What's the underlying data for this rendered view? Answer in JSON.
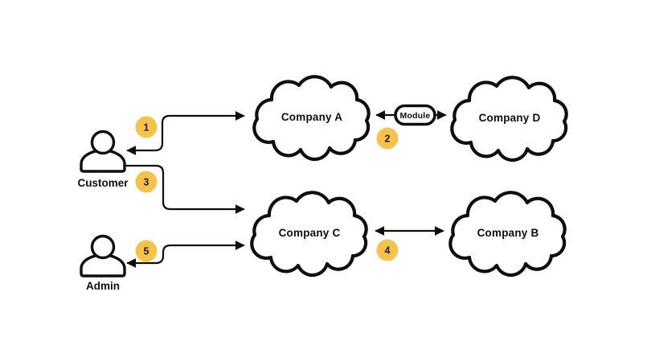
{
  "colors": {
    "background": "#ffffff",
    "line": "#0e0e0e",
    "node_fill": "#ffffff",
    "badge_fill": "#f5c24c",
    "badge_text": "#1f1f1f"
  },
  "nodes": {
    "company_a": {
      "label": "Company A",
      "shape": "cloud"
    },
    "company_b": {
      "label": "Company B",
      "shape": "cloud"
    },
    "company_c": {
      "label": "Company C",
      "shape": "cloud"
    },
    "company_d": {
      "label": "Company D",
      "shape": "cloud"
    }
  },
  "actors": {
    "customer": {
      "label": "Customer",
      "icon": "person-icon"
    },
    "admin": {
      "label": "Admin",
      "icon": "person-icon"
    }
  },
  "module": {
    "label": "Module"
  },
  "badges": [
    "1",
    "2",
    "3",
    "4",
    "5"
  ],
  "edges": [
    {
      "badge": "1",
      "from": "Customer",
      "to": "Company A",
      "direction": "bidirectional"
    },
    {
      "badge": "2",
      "from": "Company A",
      "to": "Company D",
      "direction": "bidirectional",
      "via": "Module"
    },
    {
      "badge": "3",
      "from": "Customer",
      "to": "Company C",
      "direction": "one-way"
    },
    {
      "badge": "4",
      "from": "Company C",
      "to": "Company B",
      "direction": "bidirectional"
    },
    {
      "badge": "5",
      "from": "Admin",
      "to": "Company C",
      "direction": "bidirectional"
    }
  ]
}
